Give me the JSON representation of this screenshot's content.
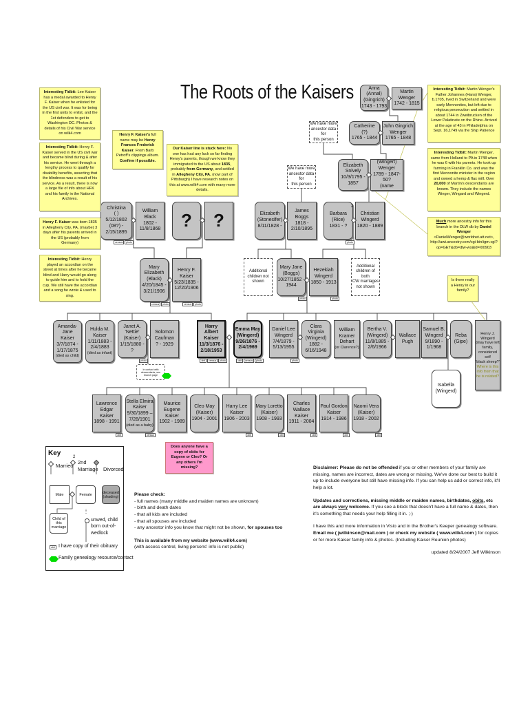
{
  "title": "The Roots of the Kaisers",
  "persons": [
    {
      "id": "anna",
      "lines": [
        "Anna (Annal)",
        "(Gingrich)",
        "1743 - 1793"
      ],
      "shape": "rounded",
      "fill": "deceased"
    },
    {
      "id": "martin",
      "lines": [
        "Martin Wenger",
        "1742 - 1815"
      ],
      "shape": "square",
      "fill": "deceased"
    },
    {
      "id": "catherine",
      "lines": [
        "Catherine",
        "(?)",
        "1765 - 1844"
      ],
      "shape": "rounded",
      "fill": "deceased"
    },
    {
      "id": "john",
      "lines": [
        "John Gingrich",
        "Wenger",
        "1765 - 1848"
      ],
      "shape": "square",
      "fill": "deceased"
    },
    {
      "id": "elizabeth-snively",
      "lines": [
        "Elizabeth",
        "Snively",
        "10/3/1795 -",
        "1857"
      ],
      "shape": "rounded",
      "fill": "deceased"
    },
    {
      "id": "henry-wenger",
      "lines": [
        "Henry (Wingert)",
        "Wenger",
        "1789 - 1847-50?",
        "(name change)"
      ],
      "shape": "square",
      "fill": "deceased"
    },
    {
      "id": "more-1",
      "lines": [
        "We have more",
        "ancestor data for",
        "this person"
      ],
      "shape": "dashed"
    },
    {
      "id": "more-2",
      "lines": [
        "We have more",
        "ancestor data for",
        "this person"
      ],
      "shape": "dashed"
    },
    {
      "id": "christina",
      "lines": [
        "Christina",
        "(          )",
        "5/12/1802 (08?) -",
        "2/15/1895"
      ],
      "shape": "rounded",
      "fill": "deceased",
      "tags": [
        "census",
        "photo"
      ]
    },
    {
      "id": "william-black",
      "lines": [
        "William Black",
        "1802 -",
        "11/8/1868"
      ],
      "shape": "square",
      "fill": "deceased"
    },
    {
      "id": "unknown-f",
      "lines": [
        "?"
      ],
      "shape": "rounded",
      "fill": "deceased",
      "big": true
    },
    {
      "id": "unknown-m",
      "lines": [
        "?"
      ],
      "shape": "square",
      "fill": "deceased",
      "big": true
    },
    {
      "id": "elizabeth-stonesifer",
      "lines": [
        "Elizabeth",
        "(Stonesifer)",
        "8/11/1828 -"
      ],
      "shape": "rounded",
      "fill": "deceased"
    },
    {
      "id": "james-boggs",
      "lines": [
        "James Boggs",
        "1818 -",
        "2/10/1895"
      ],
      "shape": "square",
      "fill": "deceased"
    },
    {
      "id": "barbara",
      "lines": [
        "Barbara",
        "(Rice)",
        "1831 - ?"
      ],
      "shape": "rounded",
      "fill": "deceased",
      "tags": [
        "photo"
      ]
    },
    {
      "id": "christian",
      "lines": [
        "Christian",
        "Wingerd",
        "1820 - 1889"
      ],
      "shape": "square",
      "fill": "deceased"
    },
    {
      "id": "mary-elizabeth",
      "lines": [
        "Mary",
        "Elizabeth",
        "(Black)",
        "4/20/1845 -",
        "3/21/1906"
      ],
      "shape": "rounded",
      "fill": "deceased",
      "tags": [
        "census",
        "photo"
      ]
    },
    {
      "id": "henry-f",
      "lines": [
        "Henry F.",
        "Kaiser",
        "5/23/1835 -",
        "12/20/1906"
      ],
      "shape": "square",
      "fill": "deceased",
      "tags": [
        "census",
        "photo"
      ]
    },
    {
      "id": "additional-1",
      "lines": [
        "Additional",
        "children not",
        "shown"
      ],
      "shape": "dashed"
    },
    {
      "id": "mary-jane",
      "lines": [
        "Mary Jane",
        "(Boggs)",
        "10/27/1852 -",
        "1944"
      ],
      "shape": "rounded",
      "fill": "deceased",
      "tags": [
        "photo"
      ]
    },
    {
      "id": "hezekiah",
      "lines": [
        "Hezekiah",
        "Wingerd",
        "1850 - 1913"
      ],
      "shape": "square",
      "fill": "deceased",
      "tags": [
        "photo"
      ]
    },
    {
      "id": "additional-2",
      "lines": [
        "Additional",
        "children of both",
        "CW marriages",
        "not shown"
      ],
      "shape": "dashed"
    },
    {
      "id": "amanda",
      "lines": [
        "Amanda-Jane",
        "Kaiser",
        "3/7/1874 -",
        "1/17/1875",
        "(died as child)"
      ],
      "shape": "rounded",
      "fill": "deceased"
    },
    {
      "id": "hulda",
      "lines": [
        "Hulda M.",
        "Kaiser",
        "1/11/1883 -",
        "2/4/1883",
        "(died as infant)"
      ],
      "shape": "rounded",
      "fill": "deceased"
    },
    {
      "id": "janet",
      "lines": [
        "Janet A.",
        "'Nettie'",
        "(Kaiser)",
        "1/15/1880 - ?"
      ],
      "shape": "rounded",
      "fill": "deceased",
      "tags": [
        "photo"
      ]
    },
    {
      "id": "solomon",
      "lines": [
        "Solomon",
        "Caufman",
        "? - 1929"
      ],
      "shape": "square",
      "fill": "deceased"
    },
    {
      "id": "harry-albert",
      "lines": [
        "Harry Albert",
        "Kaiser",
        "11/3/1876 -",
        "2/18/1953"
      ],
      "shape": "square",
      "fill": "deceased",
      "bold": true,
      "tags": [
        "obit",
        "census",
        "photo"
      ]
    },
    {
      "id": "emma-may",
      "lines": [
        "Emma May",
        "(Wingerd)",
        "9/26/1876 -",
        "2/4/1969"
      ],
      "shape": "rounded",
      "fill": "deceased",
      "bold": true,
      "tags": [
        "obit",
        "census",
        "photo"
      ]
    },
    {
      "id": "daniel-lee",
      "lines": [
        "Daniel Lee",
        "Wingerd",
        "7/4/1879 -",
        "5/13/1955"
      ],
      "shape": "square",
      "fill": "deceased",
      "tags": [
        "photo"
      ]
    },
    {
      "id": "clara",
      "lines": [
        "Clara Virginia",
        "(Wingerd)",
        "1882 -",
        "6/16/1948"
      ],
      "shape": "rounded",
      "fill": "deceased"
    },
    {
      "id": "william-dehart",
      "lines": [
        "William",
        "Kramer",
        "Dehart",
        "(or Clarence?)"
      ],
      "shape": "square",
      "fill": "deceased"
    },
    {
      "id": "bertha",
      "lines": [
        "Bertha V.",
        "(Wingerd)",
        "11/8/1885 -",
        "2/6/1966"
      ],
      "shape": "rounded",
      "fill": "deceased"
    },
    {
      "id": "wallace",
      "lines": [
        "Wallace",
        "Pugh"
      ],
      "shape": "square",
      "fill": "deceased"
    },
    {
      "id": "samuel",
      "lines": [
        "Samuel B.",
        "Wingerd",
        "9/1890 -",
        "1/1968"
      ],
      "shape": "square",
      "fill": "deceased"
    },
    {
      "id": "reba",
      "lines": [
        "Reba",
        "(Gipe)"
      ],
      "shape": "rounded",
      "fill": "deceased"
    },
    {
      "id": "henry-j",
      "lines": [
        "Henry J.",
        "Wingerd",
        "(may have left",
        "family,",
        "considered self",
        "'black sheep?'",
        "Where is this",
        "info from that",
        "he is related?"
      ],
      "shape": "square",
      "fill": "deceased",
      "small": true,
      "olive_from": 6
    },
    {
      "id": "isabella",
      "lines": [
        "Isabella",
        "(Wingerd)"
      ],
      "shape": "rounded",
      "fill": "living"
    },
    {
      "id": "lawrence",
      "lines": [
        "Lawrence",
        "Edgar",
        "Kaiser",
        "1898 - 1991"
      ],
      "shape": "square",
      "fill": "deceased",
      "tags": [
        "obit"
      ]
    },
    {
      "id": "stella",
      "lines": [
        "Stella Elmira",
        "Kaiser",
        "9/30/1899 –",
        "7/28/1901",
        "(died as a baby)"
      ],
      "shape": "rounded",
      "fill": "deceased",
      "tags": [
        "census"
      ]
    },
    {
      "id": "maurice",
      "lines": [
        "Maurice",
        "Eugene",
        "Kaiser",
        "1902 - 1989"
      ],
      "shape": "square",
      "fill": "deceased"
    },
    {
      "id": "cleo",
      "lines": [
        "Cleo May",
        "(Kaiser)",
        "1904 - 2001"
      ],
      "shape": "rounded",
      "fill": "deceased"
    },
    {
      "id": "harry-lee",
      "lines": [
        "Harry Lee",
        "Kaiser",
        "1906 - 2003"
      ],
      "shape": "square",
      "fill": "deceased",
      "tags": [
        "obit"
      ]
    },
    {
      "id": "mary-loretto",
      "lines": [
        "Mary Loretto",
        "(Kaiser)",
        "1908 - 1993"
      ],
      "shape": "rounded",
      "fill": "deceased",
      "tags": [
        "obit"
      ]
    },
    {
      "id": "charles",
      "lines": [
        "Charles",
        "Wallace",
        "Kaiser",
        "1911 - 2004"
      ],
      "shape": "square",
      "fill": "deceased",
      "tags": [
        "obit"
      ]
    },
    {
      "id": "paul",
      "lines": [
        "Paul Gordon",
        "Kaiser",
        "1914 - 1986"
      ],
      "shape": "square",
      "fill": "deceased",
      "tags": [
        "obit"
      ]
    },
    {
      "id": "naomi",
      "lines": [
        "Naomi Vera",
        "(Kaiser)",
        "1918 - 2002"
      ],
      "shape": "rounded",
      "fill": "deceased",
      "tags": [
        "obit"
      ]
    }
  ],
  "second_marriage_marker": "2",
  "callouts": [
    {
      "id": "tidbit-medal",
      "segs": [
        {
          "t": "Interesting Tidbit:",
          "b": true
        },
        {
          "t": "  Lee Kaiser has a medal awarded to Henry F. Kaiser when he enlisted for the US civil war.  It was for being in the first units to enlist, and the 1st defenders to get to Washington DC.  Photos & details of his Civil War service on wilk4.com"
        }
      ]
    },
    {
      "id": "tidbit-blind",
      "segs": [
        {
          "t": "Interesting Tidbit:",
          "b": true
        },
        {
          "t": "  Henry F. Kaiser served in the US civil war and became blind during & after his service.  He went through a lengthy process to qualify for disability benefits, asserting that the blindness was a result of his service.  As a result, there is now a large file of info about HFK and his family in the National Archives."
        }
      ]
    },
    {
      "id": "born-1835",
      "segs": [
        {
          "t": "Henry F. Kaiser",
          "b": true
        },
        {
          "t": "  was born 1835 in Allegheny City, PA, (maybe) 3 days after his parents arrived in the US (probably from Germany)"
        }
      ]
    },
    {
      "id": "tidbit-accordion",
      "segs": [
        {
          "t": "Interesting Tidbit:",
          "b": true
        },
        {
          "t": " Henry played an accordian on the street at times after he became blind and Harry would go along to guide him and to hold the cup.  We still have the accordian and a song he wrote & used to sing."
        }
      ]
    },
    {
      "id": "full-name",
      "segs": [
        {
          "t": "Henry F. Kaiser's",
          "b": true
        },
        {
          "t": " full name may be "
        },
        {
          "t": "Henry Frances Frederick Kaiser",
          "b": true
        },
        {
          "t": ".  From Barb Petroff's clippings album. "
        },
        {
          "t": "Confirm if possible.",
          "b": true
        }
      ]
    },
    {
      "id": "stuck-here",
      "segs": [
        {
          "t": "Our Kaiser line is stuck here:",
          "b": true
        },
        {
          "t": " No one has had any luck so far finding Henry's parents, though we know they immigrated to the US about "
        },
        {
          "t": "1835",
          "b": true
        },
        {
          "t": ", probably "
        },
        {
          "t": "from Germany",
          "b": true
        },
        {
          "t": ", and settled in "
        },
        {
          "t": "Allegheny City, PA.",
          "b": true
        },
        {
          "t": "  (now part of Pittsburgh) I have research notes on this at www.wilk4.com with many more details."
        }
      ]
    },
    {
      "id": "tidbit-martin-father",
      "segs": [
        {
          "t": "Interesting Tidbit:",
          "b": true
        },
        {
          "t": " Martin Wenger's Father Johannes (Hans) Wenger, b.1705, lived in Switzerland and were early Mennonites, but left due to religious persecution and settled in about 1744 in Zweibrucken of the Lower Palatinate on the Rhine. Arrived at the age of 43 in Philadelphia on Sept. 16,1749 via the Ship Patience"
        }
      ]
    },
    {
      "id": "tidbit-martin",
      "segs": [
        {
          "t": "Interesting Tidbit:",
          "b": true
        },
        {
          "t": " Martin Wenger, came from Holland to PA in 1748 when he was 6 with his parents. He took up farming in Franklin Co. and was the first Mennonite minister in the region and owned a hemp & flax mill. Over "
        },
        {
          "t": "20,000",
          "b": true
        },
        {
          "t": " of Martin's descendants are known. They include the names Winger, Wingard and Wingerd."
        }
      ]
    },
    {
      "id": "much-more",
      "segs": [
        {
          "t": "Much",
          "b": true,
          "u": true
        },
        {
          "t": " more ancestry info for this branch in the DLW db by "
        },
        {
          "t": "Daniel Wenger",
          "b": true
        },
        {
          "t": " <DanielWenger@worldnet.att.net>, http://awt.ancestry.com/cgi-bin/igm.cgi?op=GET&db=dlw-wo&id=I00903"
        }
      ]
    },
    {
      "id": "henry-question",
      "segs": [
        {
          "t": "Is there really a Henry in our family?"
        }
      ]
    },
    {
      "id": "obits-question",
      "pink": true,
      "segs": [
        {
          "t": "Does anyone have a copy of obits for Eugene or Cleo? Or any others I'm missing?"
        }
      ]
    }
  ],
  "contact_note": "In contact with descendants, see branch page",
  "key": {
    "title": "Key",
    "married": "Married",
    "second_marriage_num": "2",
    "second_marriage": "2nd Marriage",
    "divorced": "Divorced",
    "male": "Male",
    "female": "Female",
    "deceased": "deceased (shading)",
    "child": "Child of this marriage",
    "unwed": "unwed, child born out-of-wedlock",
    "obit_tag": "obit",
    "obit": "I have copy of their obituary",
    "resource": "Family genealogy resource/contact"
  },
  "please_check": {
    "heading": "Please check:",
    "items": [
      "- full names (many middle and maiden names are unknown)",
      "- birth and death dates",
      "- that all kids are included",
      "- that all spouses are included"
    ],
    "last_item": "- any ancestor info you know that might not be shown, ",
    "last_item_bold": "for spouses too",
    "website": "This is available from my website (www.wilk4.com)",
    "website_note": "(with access control, living persons' info is not public)"
  },
  "disclaimer": {
    "p1_bold": "Disclaimer: Please do not be offended",
    "p1": " if you or other members of your family are missing, names are incorrect, dates are wrong or missing.  We've done our best to build it up to include everyone but still have missing info.  If you can help us add or correct info, it'll help a lot.",
    "p2_bold_a": "Updates and corrections, missing middle or maiden names, birthdates, ",
    "p2_obits": "obits",
    "p2_bold_b": ", etc are always ",
    "p2_very": "very",
    "p2_bold_c": " welcome.",
    "p2": "  If you see a block that doesn't have a full name & dates, then it's something that needs your help filling it in. ;-)",
    "p3": "I have this and more information in Visio and in the Brother's Keeper genealogy software.",
    "p3_bold": "Email me ( jwilkinson@mail.com ) or check my website ( www.wilk4.com )",
    "p3_end": " for copies or for more Kaiser family info & photos. (Including Kaiser Reunion photos)",
    "updated": "updated 8/24/2007 Jeff Wilkinson"
  },
  "colors": {
    "deceased_fill": "#c4c4c4",
    "tidbit": "#ffff99",
    "question": "#ff99cc",
    "resource": "#00dd00",
    "olive_text": "#8a8a20"
  }
}
